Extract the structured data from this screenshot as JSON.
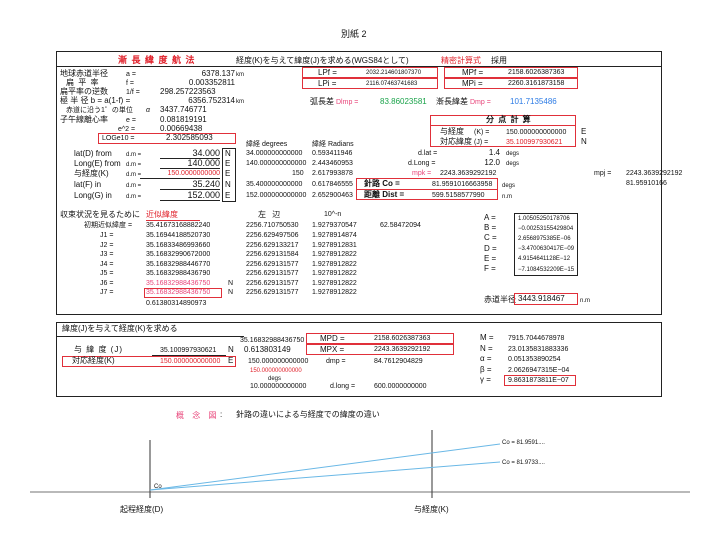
{
  "header": {
    "attachment": "別紙 2"
  },
  "title": {
    "main": "漸 長 緯 度 航 法",
    "desc": "経度(K)を与えて緯度(J)を求める(WGS84として)",
    "method": "精密計算式",
    "adopt": "採用"
  },
  "constants": {
    "eq_radius_label": "地球赤道半径",
    "eq_radius_sym": "a =",
    "eq_radius_val": "6378.137",
    "eq_radius_unit": "km",
    "flat_label": "扁 平 率",
    "flat_sym": "f =",
    "flat_val": "0.003352811",
    "inv_flat_label": "扁平率の逆数",
    "inv_flat_sym": "1/f =",
    "inv_flat_val": "298.257223563",
    "polar_label": "極 半 径 b = a(1-f) =",
    "polar_val": "6356.752314",
    "polar_unit": "km",
    "unit_label": "赤道に沿う1゜の単位",
    "unit_sym": "α",
    "unit_val": "3437.746771",
    "ecc_label": "子午線離心率",
    "ecc_sym": "e =",
    "ecc_val": "0.081819191",
    "e2_sym": "e^2 =",
    "e2_val": "0.00669438",
    "loge_sym": "LOGe10 =",
    "loge_val": "2.302585093"
  },
  "mp_top": {
    "lpf_label": "LPf =",
    "lpf_val": "2032.214601807370",
    "mpf_label": "MPf =",
    "mpf_val": "2158.6026387363",
    "lpi_label": "LPi =",
    "lpi_val": "2116.07463741683",
    "mpi_label": "MPi =",
    "mpi_val": "2260.3161873158"
  },
  "arc": {
    "dimp_label": "弧長差",
    "dimp_sub": "Dlmp =",
    "dimp_val": "83.86023581",
    "dmp_label": "漸長緯差",
    "dmp_sub": "Dmp =",
    "dmp_val": "101.7135486"
  },
  "split": {
    "title": "分 点 計 算",
    "lon_label": "与経度",
    "lon_sym": "(K) =",
    "lon_val": "150.000000000000",
    "lon_dir": "E",
    "lat_label": "対応緯度",
    "lat_sym": "(J) =",
    "lat_val": "35.100997930621",
    "lat_dir": "N"
  },
  "inputs": {
    "col_deg": "緯経 degrees",
    "col_rad": "緯経 Radians",
    "rows": [
      {
        "label": "lat(D) from",
        "unit": "d.m =",
        "val": "34.000",
        "dir": "N",
        "deg": "34.000000000000",
        "rad": "0.593411946"
      },
      {
        "label": "Long(E) from",
        "unit": "d.m =",
        "val": "140.000",
        "dir": "E",
        "deg": "140.000000000000",
        "rad": "2.443460953"
      },
      {
        "label": "与経度(K)",
        "unit": "d.m =",
        "val": "150.0000000000",
        "dir": "E",
        "deg": "150",
        "rad": "2.617993878"
      },
      {
        "label": "lat(F) in",
        "unit": "d.m =",
        "val": "35.240",
        "dir": "N",
        "deg": "35.400000000000",
        "rad": "0.617846555"
      },
      {
        "label": "Long(G) in",
        "unit": "d.m =",
        "val": "152.000",
        "dir": "E",
        "deg": "152.000000000000",
        "rad": "2.652900463"
      }
    ],
    "dlat_label": "d.lat =",
    "dlat_val": "1.4",
    "dlat_unit": "degs",
    "dlong_label": "d.Long =",
    "dlong_val": "12.0",
    "dlong_unit": "degs",
    "mpk_label": "mpk =",
    "mpk_val": "2243.3639292192",
    "mpj_label": "mpj =",
    "mpj_val": "2243.3639292192",
    "mpj2_val": "81.95910166",
    "course_label": "針路 Co =",
    "course_val": "81.9591016663958",
    "course_unit": "degs",
    "dist_label": "距離 Dist =",
    "dist_val": "599.5158577990",
    "dist_unit": "n.m"
  },
  "conv": {
    "title": "収束状況を見るために",
    "approx": "近似緯度",
    "left_side": "左 辺",
    "pow": "10^-n",
    "init_label": "初期近似緯度 =",
    "init_val": "35.41673168882240",
    "init_left": "2256.710750530",
    "init_pow": "1.9279370547",
    "init_extra": "62.58472094",
    "rows": [
      {
        "label": "J1 =",
        "val": "35.16944188520730",
        "left": "2256.629497506",
        "pow": "1.9278914874",
        "dir": ""
      },
      {
        "label": "J2 =",
        "val": "35.16833486993660",
        "left": "2256.629133217",
        "pow": "1.9278912831",
        "dir": ""
      },
      {
        "label": "J3 =",
        "val": "35.16832990672000",
        "left": "2256.629131584",
        "pow": "1.9278912822",
        "dir": ""
      },
      {
        "label": "J4 =",
        "val": "35.16832988446770",
        "left": "2256.629131577",
        "pow": "1.9278912822",
        "dir": ""
      },
      {
        "label": "J5 =",
        "val": "35.16832988436790",
        "left": "2256.629131577",
        "pow": "1.9278912822",
        "dir": ""
      },
      {
        "label": "J6 =",
        "val": "35.16832988436750",
        "left": "2256.629131577",
        "pow": "1.9278912822",
        "dir": "N"
      },
      {
        "label": "J7 =",
        "val": "35.16832988436750",
        "left": "2256.629131577",
        "pow": "1.9278912822",
        "dir": "N"
      }
    ],
    "last": "0.61380314890973"
  },
  "coeffs": {
    "rows": [
      {
        "label": "A =",
        "val": "1.00505250178706"
      },
      {
        "label": "B =",
        "val": "−0.00253155429804"
      },
      {
        "label": "C =",
        "val": "2.6568975385E−06"
      },
      {
        "label": "D =",
        "val": "−3.4700630417E−09"
      },
      {
        "label": "E =",
        "val": "4.9154641128E−12"
      },
      {
        "label": "F =",
        "val": "−7.1084532209E−15"
      }
    ],
    "radius_label": "赤道半径",
    "radius_val": "3443.918467",
    "radius_unit": "n.m"
  },
  "bottom": {
    "title": "緯度(J)を与えて経度(K)を求める",
    "jval_pre": "35.16832988436750",
    "mpd_label": "MPD =",
    "mpd_val": "2158.6026387363",
    "mpx_label": "MPX =",
    "mpx_val": "2243.3639292192",
    "jrow_label": "与 緯 度 (J)",
    "jrow_val": "35.100997930621",
    "jrow_dir": "N",
    "jrow_rad": "0.613803149",
    "krow_label": "対応経度(K)",
    "krow_val": "150.000000000000",
    "krow_dir": "E",
    "krow_deg": "150.000000000000",
    "dmp_label": "dmp =",
    "dmp_val": "84.7612904829",
    "red_val": "150.000000000000",
    "degs": "degs",
    "ten_val": "10.000000000000",
    "dlong_label": "d.long =",
    "dlong_val": "600.0000000000",
    "right": [
      {
        "label": "M =",
        "val": "7915.7044678978"
      },
      {
        "label": "N =",
        "val": "23.0135831883336"
      },
      {
        "label": "α =",
        "val": "0.051353890254"
      },
      {
        "label": "β =",
        "val": "2.0626947315E−04"
      },
      {
        "label": "γ =",
        "val": "9.8631873811E−07"
      }
    ]
  },
  "diagram": {
    "title": "概 念 図",
    "colon": ":",
    "subtitle": "針路の違いによる与経度での緯度の違い",
    "co_start": "Co",
    "co1": "Co = 81.9591....",
    "co2": "Co = 81.9733....",
    "start_label": "起程経度(D)",
    "given_label": "与経度(K)"
  }
}
